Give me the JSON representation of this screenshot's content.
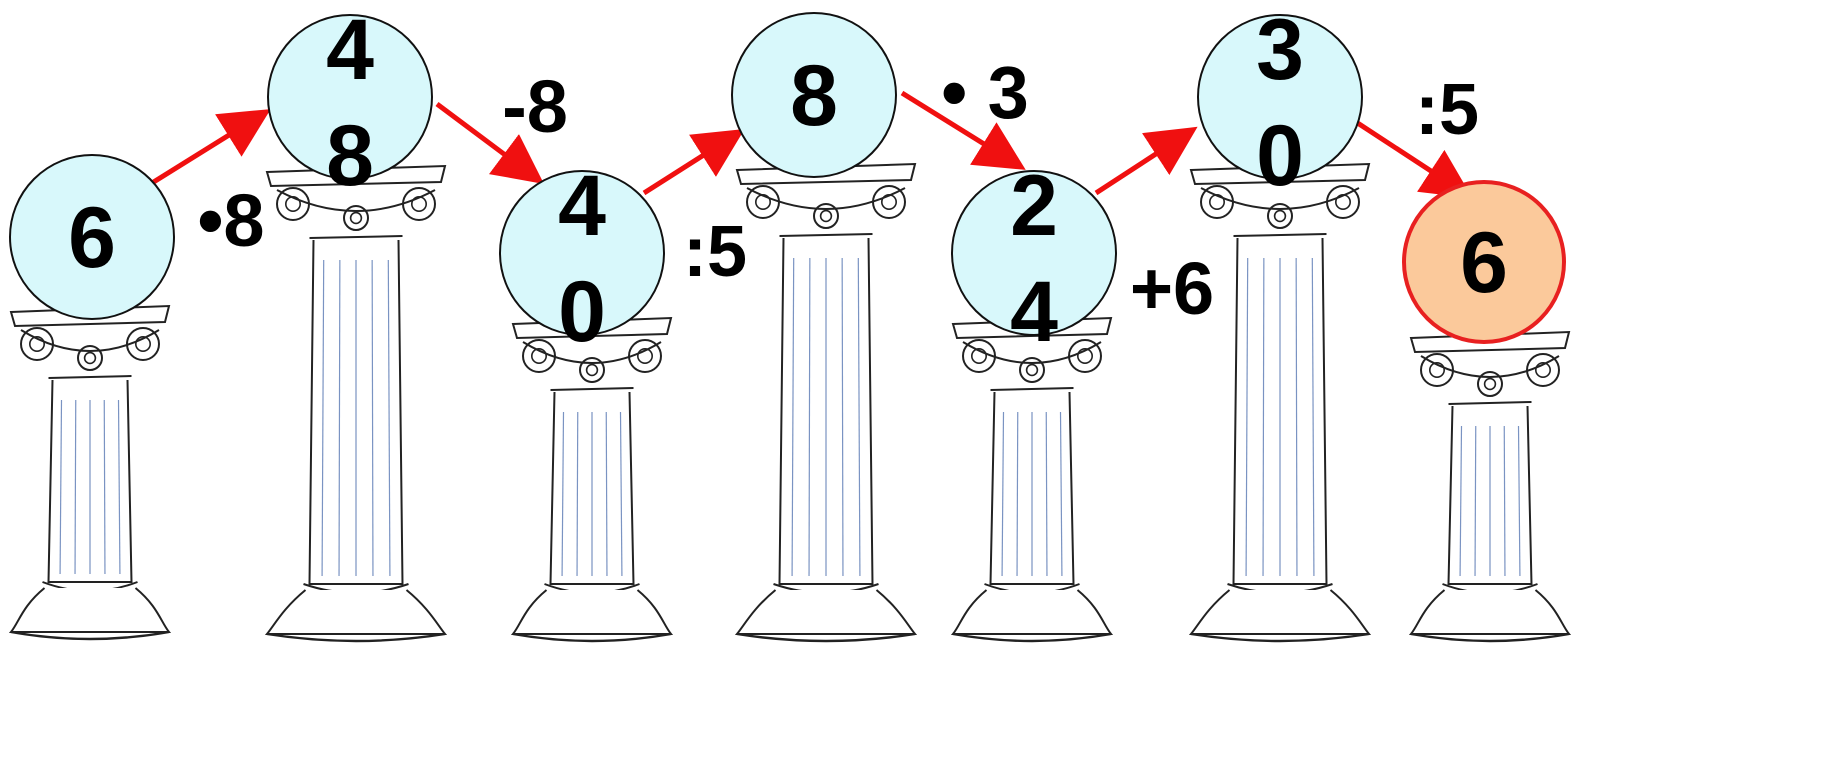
{
  "chain": [
    {
      "text": [
        "6"
      ],
      "kind": "start",
      "fill": "#d8f8fb"
    },
    {
      "text": [
        "4",
        "8"
      ],
      "kind": "step",
      "fill": "#d8f8fb"
    },
    {
      "text": [
        "4",
        "0"
      ],
      "kind": "step",
      "fill": "#d8f8fb"
    },
    {
      "text": [
        "8"
      ],
      "kind": "step",
      "fill": "#d8f8fb"
    },
    {
      "text": [
        "2",
        "4"
      ],
      "kind": "step",
      "fill": "#d8f8fb"
    },
    {
      "text": [
        "3",
        "0"
      ],
      "kind": "step",
      "fill": "#d8f8fb"
    },
    {
      "text": [
        "6"
      ],
      "kind": "result",
      "fill": "#fbc99b"
    }
  ],
  "operations": [
    "•8",
    "-8",
    ":5",
    "• 3",
    "+6",
    ":5"
  ],
  "colors": {
    "arrow": "#f01010",
    "result_border": "#e82020",
    "circle_border": "#111111",
    "column_outline": "#222222",
    "column_flute": "#7a93c2",
    "text": "#000000"
  },
  "icons": {
    "pedestal": "ionic-column-icon",
    "arrow": "red-arrow-icon"
  }
}
